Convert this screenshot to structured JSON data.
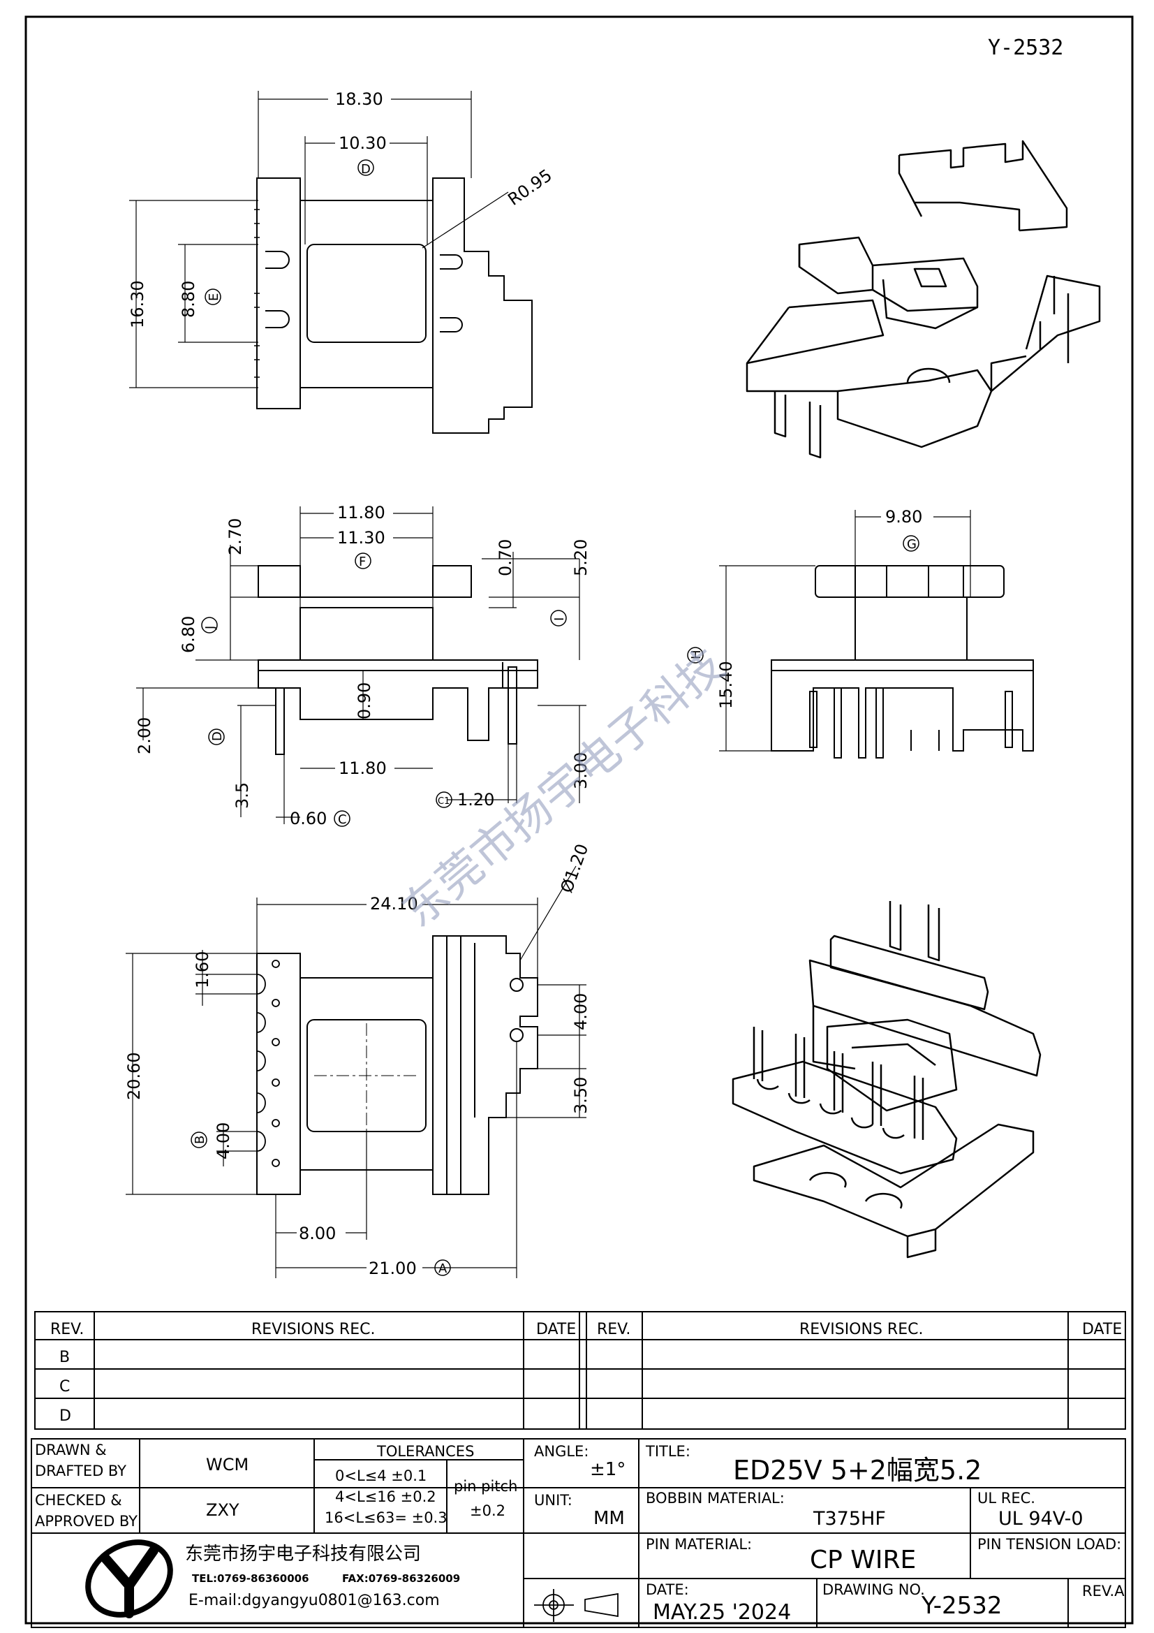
{
  "drawing_code": "Y-2532",
  "watermark": "东莞市扬宇电子科技",
  "dimensions": {
    "top_view": {
      "d1": "18.30",
      "d2": "10.30",
      "circ_D": "D",
      "radius": "R0.95",
      "d3": "16.30",
      "d4": "8.80",
      "circ_E": "E"
    },
    "front_view": {
      "d1": "11.80",
      "d2": "11.30",
      "circ_F": "F",
      "d3": "2.70",
      "d4": "0.70",
      "d5": "5.20",
      "d6": "6.80",
      "circ_J": "J",
      "circ_I": "I",
      "d7": "0.90",
      "d8": "2.00",
      "circ_D": "D",
      "d9": "3.5",
      "d10": "11.80",
      "d11": "0.60",
      "circ_C": "C",
      "circ_C1": "C1",
      "d12": "1.20",
      "d13": "3.00"
    },
    "side_view": {
      "d1": "9.80",
      "circ_G": "G",
      "circ_H": "H",
      "d2": "15.40"
    },
    "bottom_view": {
      "d1": "24.10",
      "d2": "Ø1.20",
      "d3": "1.60",
      "d4": "20.60",
      "d5": "4.00",
      "d6": "3.50",
      "circ_B": "B",
      "d7": "4.00",
      "d8": "8.00",
      "d9": "21.00",
      "circ_A": "A"
    }
  },
  "revisions_table": {
    "headers": {
      "rev": "REV.",
      "revisions": "REVISIONS   REC.",
      "date": "DATE"
    },
    "rows": [
      "B",
      "C",
      "D"
    ]
  },
  "title_block": {
    "drawn_label_1": "DRAWN &",
    "drawn_label_2": "DRAFTED BY",
    "drawn_value": "WCM",
    "checked_label_1": "CHECKED &",
    "checked_label_2": "APPROVED BY",
    "checked_value": "ZXY",
    "tolerances_title": "TOLERANCES",
    "tol_1": "0<L≤4   ±0.1",
    "tol_2": "4<L≤16  ±0.2",
    "tol_3": "16<L≤63= ±0.3",
    "pin_pitch_label": "pin pitch",
    "pin_pitch_value": "±0.2",
    "angle_label": "ANGLE:",
    "angle_value": "±1°",
    "unit_label": "UNIT:",
    "unit_value": "MM",
    "title_label": "TITLE:",
    "title_value": "ED25V  5+2幅宽5.2",
    "bobbin_material_label": "BOBBIN MATERIAL:",
    "bobbin_material_value": "T375HF",
    "ul_rec_label": "UL REC.",
    "ul_rec_value": "UL 94V-0",
    "pin_material_label": "PIN MATERIAL:",
    "pin_material_value": "CP  WIRE",
    "pin_tension_label": "PIN TENSION LOAD:",
    "date_label": "DATE:",
    "date_value": "MAY.25 '2024",
    "drawing_no_label": "DRAWING NO.",
    "drawing_no_value": "Y-2532",
    "rev_label": "REV.A",
    "company_name": "东莞市扬宇电子科技有限公司",
    "tel": "TEL:0769-86360006",
    "fax": "FAX:0769-86326009",
    "email": "E-mail:dgyangyu0801@163.com"
  }
}
